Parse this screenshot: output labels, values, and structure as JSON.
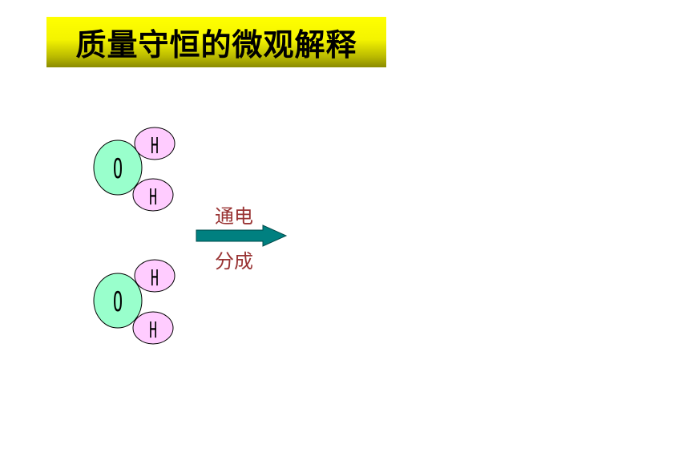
{
  "title": "质量守恒的微观解释",
  "reaction": {
    "condition_top": "通电",
    "condition_bottom": "分成"
  },
  "molecules": [
    {
      "center": "O",
      "atoms": [
        "H",
        "H"
      ]
    },
    {
      "center": "O",
      "atoms": [
        "H",
        "H"
      ]
    }
  ],
  "colors": {
    "title_bg": "#ffff00",
    "oxygen": "#99ffcc",
    "hydrogen": "#ffccff",
    "arrow": "#008080",
    "condition_text": "#993333"
  }
}
